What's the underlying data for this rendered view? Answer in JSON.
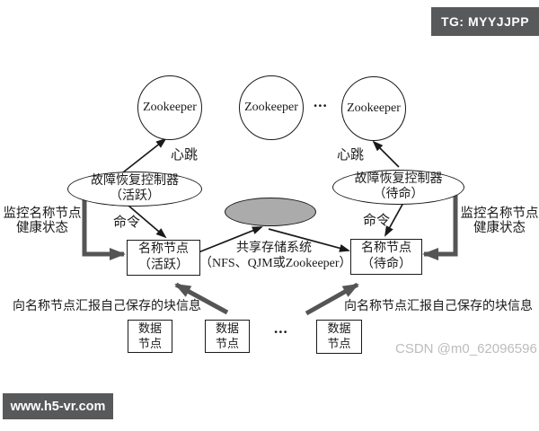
{
  "badges": {
    "tg": "TG: MYYJJPP",
    "site": "www.h5-vr.com",
    "csdn": "CSDN @m0_62096596"
  },
  "diagram": {
    "zookeeper_nodes": [
      {
        "label": "Zookeeper"
      },
      {
        "label": "Zookeeper"
      },
      {
        "label": "Zookeeper"
      }
    ],
    "ellipsis_top": "...",
    "ellipsis_bottom": "...",
    "heartbeat_left": "心跳",
    "heartbeat_right": "心跳",
    "failover_left": {
      "line1": "故障恢复控制器",
      "line2": "（活跃）"
    },
    "failover_right": {
      "line1": "故障恢复控制器",
      "line2": "（待命）"
    },
    "command_left": "命令",
    "command_right": "命令",
    "monitor_left": {
      "line1": "监控名称节点",
      "line2": "健康状态"
    },
    "monitor_right": {
      "line1": "监控名称节点",
      "line2": "健康状态"
    },
    "namenode_left": {
      "line1": "名称节点",
      "line2": "（活跃）"
    },
    "namenode_right": {
      "line1": "名称节点",
      "line2": "（待命）"
    },
    "shared_storage": {
      "line1": "共享存储系统",
      "line2": "（NFS、QJM或Zookeeper）"
    },
    "report_left": "向名称节点汇报自己保存的块信息",
    "report_right": "向名称节点汇报自己保存的块信息",
    "datanodes": [
      {
        "line1": "数据",
        "line2": "节点"
      },
      {
        "line1": "数据",
        "line2": "节点"
      },
      {
        "line1": "数据",
        "line2": "节点"
      }
    ]
  },
  "colors": {
    "badge_bg": "#58595b",
    "thick_arrow": "#555555",
    "storage_fill": "#ababab",
    "watermark": "#bcbcbc",
    "line": "#1a1a1a"
  }
}
